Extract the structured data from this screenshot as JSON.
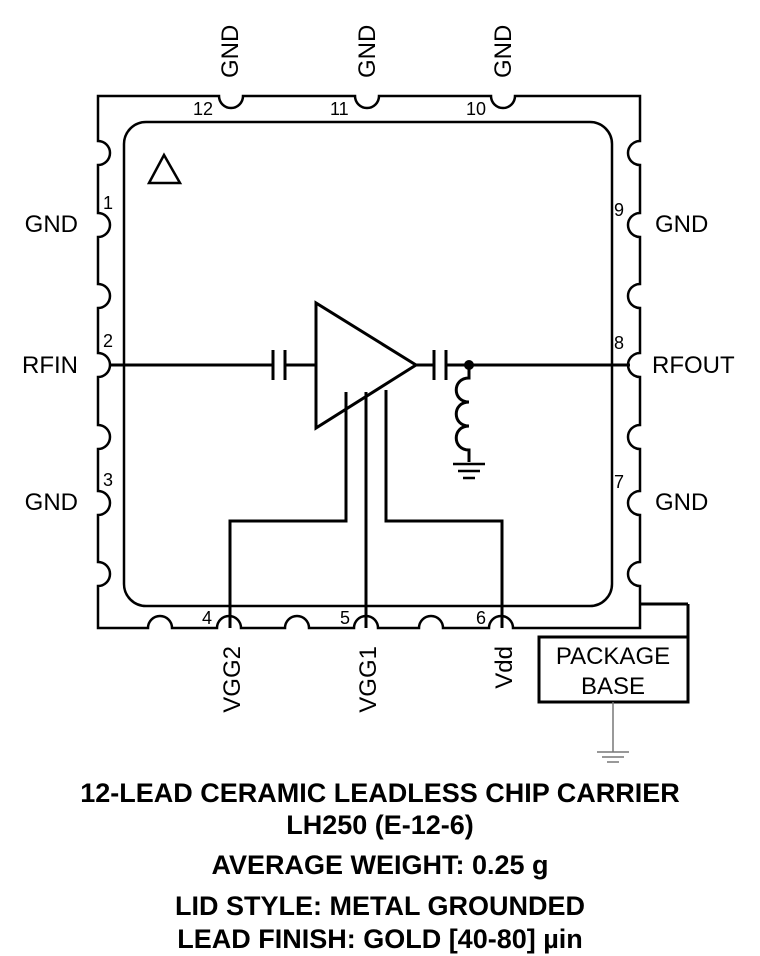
{
  "pins": {
    "p1": {
      "num": "1",
      "name": "GND"
    },
    "p2": {
      "num": "2",
      "name": "RFIN"
    },
    "p3": {
      "num": "3",
      "name": "GND"
    },
    "p4": {
      "num": "4",
      "name": "VGG2"
    },
    "p5": {
      "num": "5",
      "name": "VGG1"
    },
    "p6": {
      "num": "6",
      "name": "Vdd"
    },
    "p7": {
      "num": "7",
      "name": "GND"
    },
    "p8": {
      "num": "8",
      "name": "RFOUT"
    },
    "p9": {
      "num": "9",
      "name": "GND"
    },
    "p10": {
      "num": "10",
      "name": "GND"
    },
    "p11": {
      "num": "11",
      "name": "GND"
    },
    "p12": {
      "num": "12",
      "name": "GND"
    }
  },
  "package_base": {
    "line1": "PACKAGE",
    "line2": "BASE"
  },
  "captions": {
    "line1": "12-LEAD CERAMIC LEADLESS CHIP CARRIER",
    "line2": "LH250 (E-12-6)",
    "line3": "AVERAGE WEIGHT: 0.25 g",
    "line4": "LID STYLE: METAL GROUNDED",
    "line5": "LEAD FINISH: GOLD [40-80] µin"
  }
}
